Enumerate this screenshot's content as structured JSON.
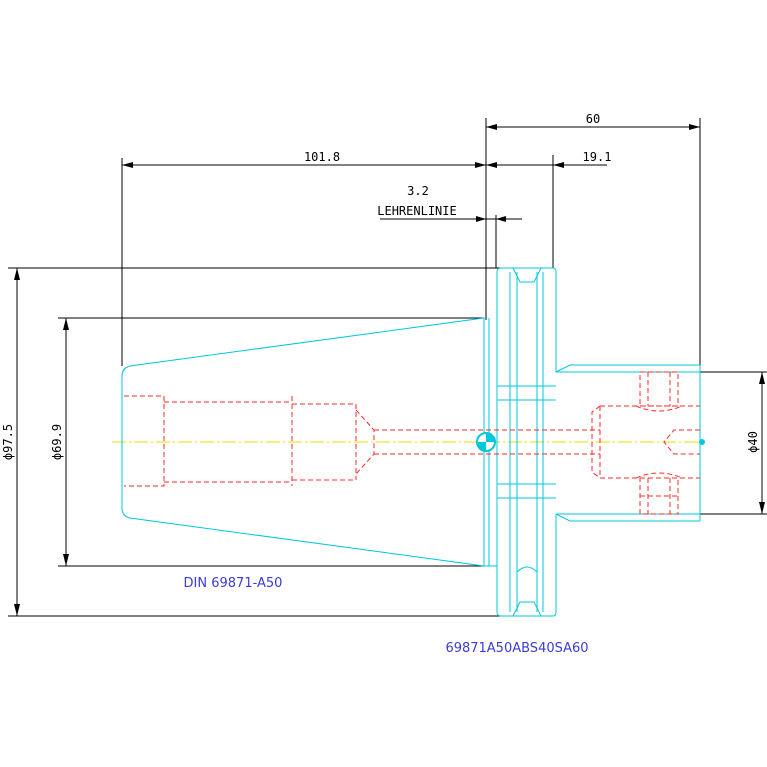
{
  "dimensions": {
    "overall_length": "60",
    "shank_length": "19.1",
    "taper_length": "101.8",
    "gauge_offset": "3.2",
    "gauge_line_label": "LEHRENLINIE",
    "flange_diameter": "ϕ97.5",
    "taper_diameter": "ϕ69.9",
    "shank_diameter": "ϕ40"
  },
  "labels": {
    "standard": "DIN 69871-A50",
    "part_number": "69871A50ABS40SA60"
  },
  "colors": {
    "outline": "#00c8dc",
    "hidden_lines": "#ff2a2a",
    "center_line": "#e8e000",
    "dimension": "#000000",
    "label": "#3b3bd6"
  }
}
